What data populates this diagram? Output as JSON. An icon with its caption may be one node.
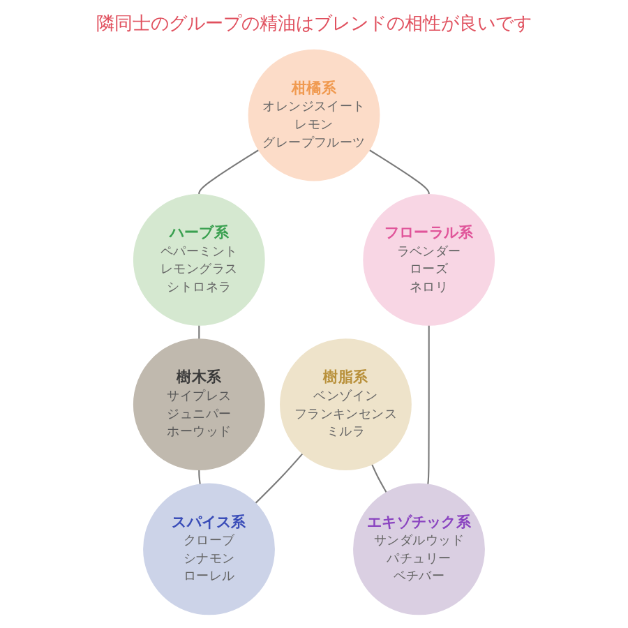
{
  "diagram": {
    "nodes": [
      {
        "text": [
          "柑橘系",
          "オレンジスイート",
          "レモン",
          "グレープフルーツ"
        ]
      },
      {
        "text": [
          "ハーブ系",
          "ペパーミント",
          "レモングラス",
          "シトロネラ"
        ]
      },
      {
        "text": [
          "樹木系",
          "サイプレス",
          "ジュニパー",
          "ホーウッド"
        ]
      },
      {
        "text": [
          "スパイス系",
          "クローブ",
          "シナモン",
          "ローレル"
        ]
      },
      {
        "text": [
          "樹脂系",
          "ベンゾイン",
          "フランキンセンス",
          "ミルラ"
        ]
      },
      {
        "text": [
          "エキゾチック系",
          "サンダルウッド",
          "パチュリー",
          "ベチバー"
        ]
      },
      {
        "text": [
          "フローラル系",
          "ラベンダー",
          "ローズ",
          "ネロリ"
        ]
      }
    ],
    "edges": [
      {
        "from": 0,
        "to": 1,
        "arrow": "none"
      },
      {
        "from": 1,
        "to": 2,
        "arrow": "none"
      },
      {
        "from": 2,
        "to": 3,
        "arrow": "none"
      },
      {
        "from": 4,
        "to": 3,
        "arrow": "none"
      },
      {
        "from": 4,
        "to": 5,
        "arrow": "none"
      },
      {
        "from": 6,
        "to": 5,
        "arrow": "none"
      },
      {
        "from": 0,
        "to": 6,
        "arrow": "none"
      }
    ],
    "labels": [
      "隣同士のグループの精油はブレンドの相性が良いです"
    ]
  }
}
